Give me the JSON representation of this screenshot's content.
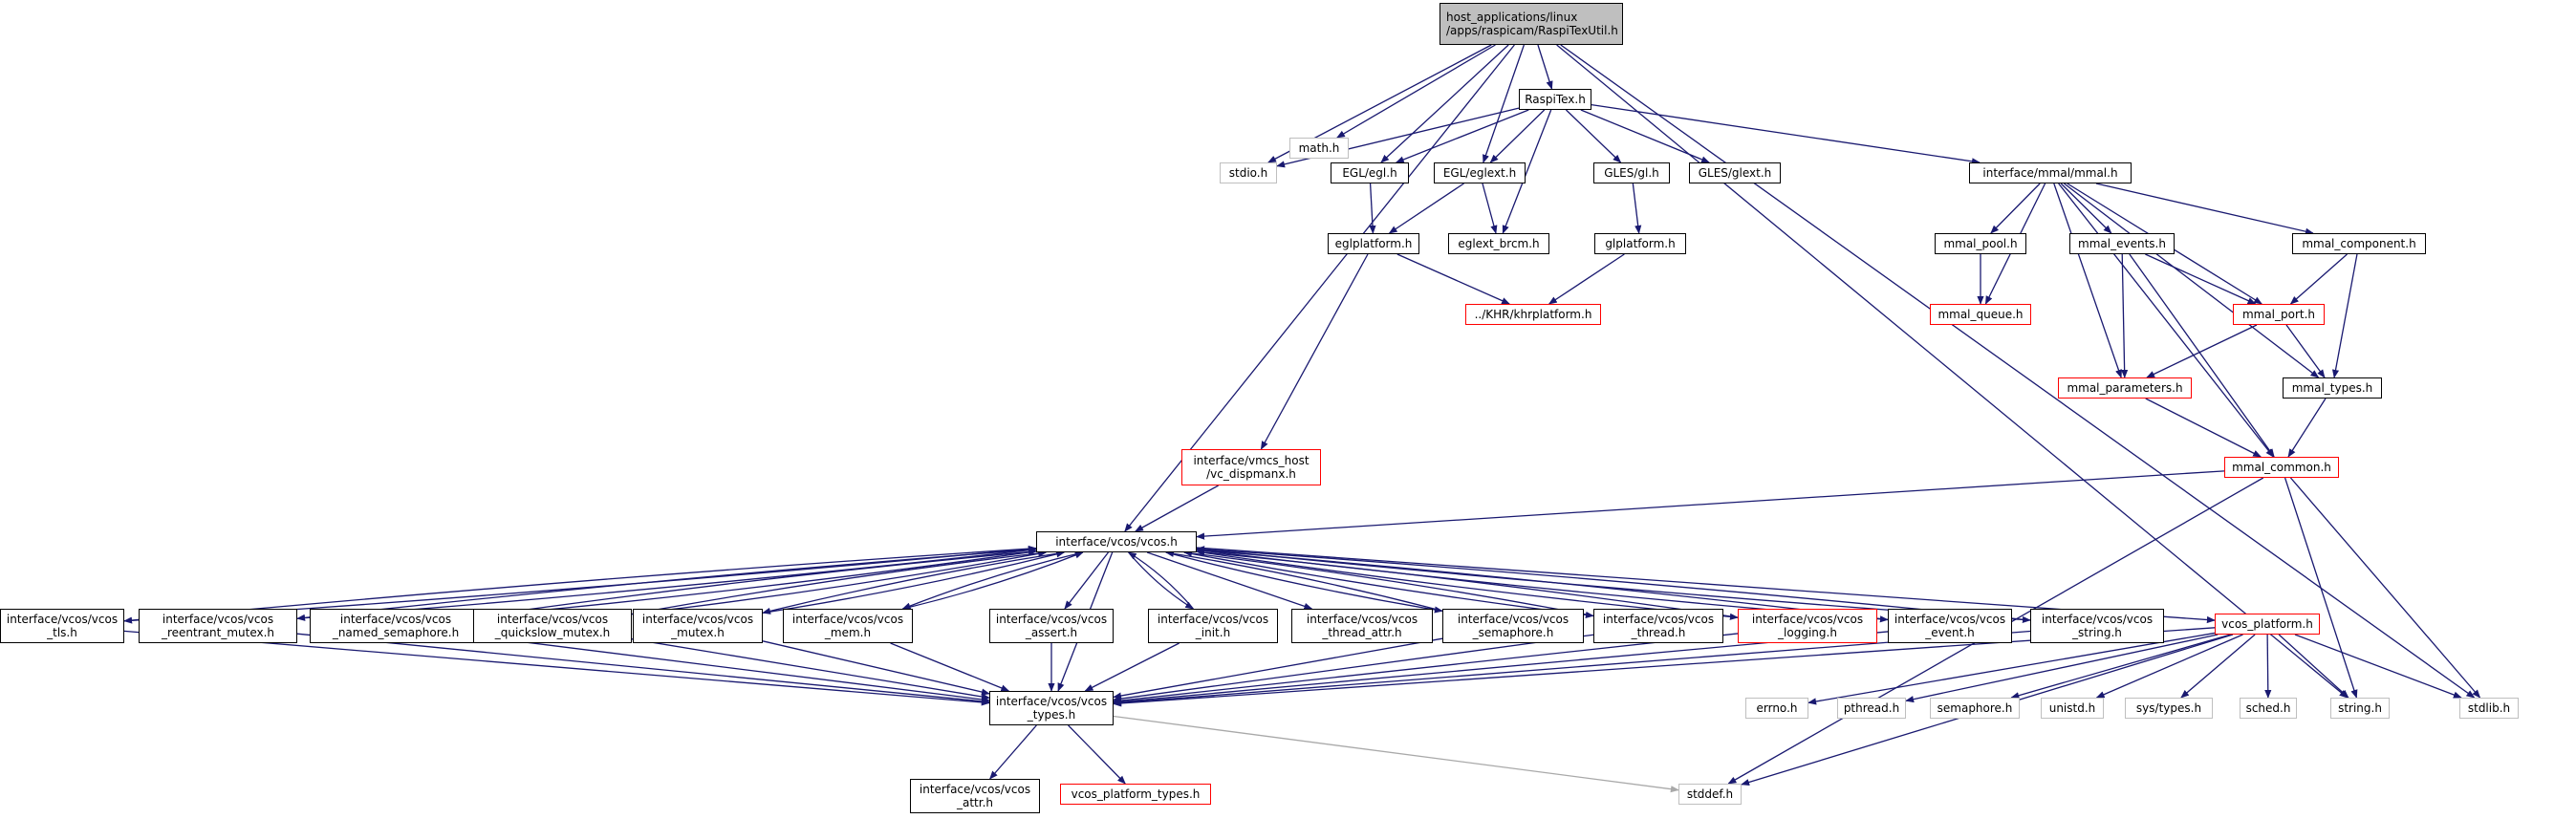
{
  "diagram": {
    "type": "include-dependency-graph",
    "colors": {
      "edge": "#191970",
      "stdlib_edge": "#a9a9a9",
      "node_border": "#000000",
      "external_node_border": "#bfbfbf",
      "truncated_node_border": "#ff0000",
      "root_fill": "#bfbfbf"
    },
    "nodes": {
      "root": {
        "label": "host_applications/linux\n/apps/raspicam/RaspiTexUtil.h",
        "style": "root"
      },
      "raspitex": {
        "label": "RaspiTex.h",
        "style": "normal"
      },
      "math": {
        "label": "math.h",
        "style": "gray"
      },
      "stdio": {
        "label": "stdio.h",
        "style": "gray"
      },
      "egl": {
        "label": "EGL/egl.h",
        "style": "normal"
      },
      "eglext": {
        "label": "EGL/eglext.h",
        "style": "normal"
      },
      "gles_gl": {
        "label": "GLES/gl.h",
        "style": "normal"
      },
      "gles_glext": {
        "label": "GLES/glext.h",
        "style": "normal"
      },
      "mmal": {
        "label": "interface/mmal/mmal.h",
        "style": "normal"
      },
      "eglplatform": {
        "label": "eglplatform.h",
        "style": "normal"
      },
      "eglext_brcm": {
        "label": "eglext_brcm.h",
        "style": "normal"
      },
      "glplatform": {
        "label": "glplatform.h",
        "style": "normal"
      },
      "khrplatform": {
        "label": "../KHR/khrplatform.h",
        "style": "red"
      },
      "mmal_pool": {
        "label": "mmal_pool.h",
        "style": "normal"
      },
      "mmal_events": {
        "label": "mmal_events.h",
        "style": "normal"
      },
      "mmal_component": {
        "label": "mmal_component.h",
        "style": "normal"
      },
      "mmal_queue": {
        "label": "mmal_queue.h",
        "style": "red"
      },
      "mmal_port": {
        "label": "mmal_port.h",
        "style": "red"
      },
      "mmal_parameters": {
        "label": "mmal_parameters.h",
        "style": "red"
      },
      "mmal_types": {
        "label": "mmal_types.h",
        "style": "normal"
      },
      "mmal_common": {
        "label": "mmal_common.h",
        "style": "red"
      },
      "vc_dispmanx": {
        "label": "interface/vmcs_host\n/vc_dispmanx.h",
        "style": "red"
      },
      "vcos": {
        "label": "interface/vcos/vcos.h",
        "style": "normal"
      },
      "vcos_tls": {
        "label": "interface/vcos/vcos\n_tls.h",
        "style": "normal"
      },
      "vcos_reentrant_mutex": {
        "label": "interface/vcos/vcos\n_reentrant_mutex.h",
        "style": "normal"
      },
      "vcos_named_semaphore": {
        "label": "interface/vcos/vcos\n_named_semaphore.h",
        "style": "normal"
      },
      "vcos_quickslow_mutex": {
        "label": "interface/vcos/vcos\n_quickslow_mutex.h",
        "style": "normal"
      },
      "vcos_mutex": {
        "label": "interface/vcos/vcos\n_mutex.h",
        "style": "normal"
      },
      "vcos_mem": {
        "label": "interface/vcos/vcos\n_mem.h",
        "style": "normal"
      },
      "vcos_assert": {
        "label": "interface/vcos/vcos\n_assert.h",
        "style": "normal"
      },
      "vcos_init": {
        "label": "interface/vcos/vcos\n_init.h",
        "style": "normal"
      },
      "vcos_thread_attr": {
        "label": "interface/vcos/vcos\n_thread_attr.h",
        "style": "normal"
      },
      "vcos_semaphore": {
        "label": "interface/vcos/vcos\n_semaphore.h",
        "style": "normal"
      },
      "vcos_thread": {
        "label": "interface/vcos/vcos\n_thread.h",
        "style": "normal"
      },
      "vcos_logging": {
        "label": "interface/vcos/vcos\n_logging.h",
        "style": "red"
      },
      "vcos_event": {
        "label": "interface/vcos/vcos\n_event.h",
        "style": "normal"
      },
      "vcos_string": {
        "label": "interface/vcos/vcos\n_string.h",
        "style": "normal"
      },
      "vcos_platform": {
        "label": "vcos_platform.h",
        "style": "red"
      },
      "vcos_types": {
        "label": "interface/vcos/vcos\n_types.h",
        "style": "normal"
      },
      "errno": {
        "label": "errno.h",
        "style": "gray"
      },
      "pthread": {
        "label": "pthread.h",
        "style": "gray"
      },
      "semaphore": {
        "label": "semaphore.h",
        "style": "gray"
      },
      "unistd": {
        "label": "unistd.h",
        "style": "gray"
      },
      "sys_types": {
        "label": "sys/types.h",
        "style": "gray"
      },
      "sched": {
        "label": "sched.h",
        "style": "gray"
      },
      "string": {
        "label": "string.h",
        "style": "gray"
      },
      "stdlib": {
        "label": "stdlib.h",
        "style": "gray"
      },
      "vcos_attr": {
        "label": "interface/vcos/vcos\n_attr.h",
        "style": "normal"
      },
      "vcos_platform_types": {
        "label": "vcos_platform_types.h",
        "style": "red"
      },
      "stddef": {
        "label": "stddef.h",
        "style": "gray"
      }
    },
    "edges": [
      [
        "root",
        "raspitex"
      ],
      [
        "root",
        "math"
      ],
      [
        "root",
        "stdio"
      ],
      [
        "root",
        "egl"
      ],
      [
        "root",
        "eglext"
      ],
      [
        "root",
        "vcos"
      ],
      [
        "root",
        "string"
      ],
      [
        "root",
        "stdlib"
      ],
      [
        "raspitex",
        "stdio"
      ],
      [
        "raspitex",
        "egl"
      ],
      [
        "raspitex",
        "eglext"
      ],
      [
        "raspitex",
        "gles_gl"
      ],
      [
        "raspitex",
        "gles_glext"
      ],
      [
        "raspitex",
        "mmal"
      ],
      [
        "raspitex",
        "eglext_brcm"
      ],
      [
        "egl",
        "eglplatform"
      ],
      [
        "eglext",
        "eglplatform"
      ],
      [
        "eglext",
        "eglext_brcm"
      ],
      [
        "gles_gl",
        "glplatform"
      ],
      [
        "eglplatform",
        "khrplatform"
      ],
      [
        "glplatform",
        "khrplatform"
      ],
      [
        "eglplatform",
        "vc_dispmanx"
      ],
      [
        "mmal",
        "mmal_pool"
      ],
      [
        "mmal",
        "mmal_events"
      ],
      [
        "mmal",
        "mmal_component"
      ],
      [
        "mmal",
        "mmal_queue"
      ],
      [
        "mmal",
        "mmal_port"
      ],
      [
        "mmal",
        "mmal_parameters"
      ],
      [
        "mmal",
        "mmal_types"
      ],
      [
        "mmal",
        "mmal_common"
      ],
      [
        "mmal_pool",
        "mmal_queue"
      ],
      [
        "mmal_events",
        "mmal_port"
      ],
      [
        "mmal_events",
        "mmal_parameters"
      ],
      [
        "mmal_events",
        "mmal_common"
      ],
      [
        "mmal_component",
        "mmal_port"
      ],
      [
        "mmal_component",
        "mmal_types"
      ],
      [
        "mmal_port",
        "mmal_parameters"
      ],
      [
        "mmal_port",
        "mmal_types"
      ],
      [
        "mmal_parameters",
        "mmal_common"
      ],
      [
        "mmal_types",
        "mmal_common"
      ],
      [
        "mmal_common",
        "vcos"
      ],
      [
        "mmal_common",
        "string"
      ],
      [
        "mmal_common",
        "stdlib"
      ],
      [
        "mmal_common",
        "stddef"
      ],
      [
        "vc_dispmanx",
        "vcos"
      ],
      [
        "vcos",
        "vcos_types"
      ],
      [
        "vcos",
        "vcos_assert"
      ],
      [
        "vcos",
        "vcos_init"
      ],
      [
        "vcos",
        "vcos_thread_attr"
      ],
      [
        "vcos",
        "vcos_platform"
      ],
      [
        "vcos",
        "vcos_tls"
      ],
      [
        "vcos",
        "vcos_reentrant_mutex"
      ],
      [
        "vcos",
        "vcos_named_semaphore"
      ],
      [
        "vcos",
        "vcos_quickslow_mutex"
      ],
      [
        "vcos",
        "vcos_mutex"
      ],
      [
        "vcos",
        "vcos_mem"
      ],
      [
        "vcos",
        "vcos_semaphore"
      ],
      [
        "vcos",
        "vcos_thread"
      ],
      [
        "vcos",
        "vcos_logging"
      ],
      [
        "vcos",
        "vcos_event"
      ],
      [
        "vcos",
        "vcos_string"
      ],
      [
        "vcos_tls",
        "vcos"
      ],
      [
        "vcos_reentrant_mutex",
        "vcos"
      ],
      [
        "vcos_named_semaphore",
        "vcos"
      ],
      [
        "vcos_quickslow_mutex",
        "vcos"
      ],
      [
        "vcos_mutex",
        "vcos"
      ],
      [
        "vcos_mem",
        "vcos"
      ],
      [
        "vcos_init",
        "vcos"
      ],
      [
        "vcos_semaphore",
        "vcos"
      ],
      [
        "vcos_thread",
        "vcos"
      ],
      [
        "vcos_logging",
        "vcos"
      ],
      [
        "vcos_event",
        "vcos"
      ],
      [
        "vcos_string",
        "vcos"
      ],
      [
        "vcos_tls",
        "vcos_types"
      ],
      [
        "vcos_reentrant_mutex",
        "vcos_types"
      ],
      [
        "vcos_named_semaphore",
        "vcos_types"
      ],
      [
        "vcos_quickslow_mutex",
        "vcos_types"
      ],
      [
        "vcos_mutex",
        "vcos_types"
      ],
      [
        "vcos_mem",
        "vcos_types"
      ],
      [
        "vcos_assert",
        "vcos_types"
      ],
      [
        "vcos_init",
        "vcos_types"
      ],
      [
        "vcos_semaphore",
        "vcos_types"
      ],
      [
        "vcos_thread",
        "vcos_types"
      ],
      [
        "vcos_logging",
        "vcos_types"
      ],
      [
        "vcos_event",
        "vcos_types"
      ],
      [
        "vcos_string",
        "vcos_types"
      ],
      [
        "vcos_platform",
        "vcos_types"
      ],
      [
        "vcos_platform",
        "errno"
      ],
      [
        "vcos_platform",
        "pthread"
      ],
      [
        "vcos_platform",
        "semaphore"
      ],
      [
        "vcos_platform",
        "unistd"
      ],
      [
        "vcos_platform",
        "sys_types"
      ],
      [
        "vcos_platform",
        "sched"
      ],
      [
        "vcos_platform",
        "string"
      ],
      [
        "vcos_platform",
        "stdlib"
      ],
      [
        "vcos_platform",
        "stddef"
      ],
      [
        "vcos_types",
        "vcos_attr"
      ],
      [
        "vcos_types",
        "vcos_platform_types"
      ],
      [
        "vcos_types",
        "stddef"
      ]
    ]
  }
}
